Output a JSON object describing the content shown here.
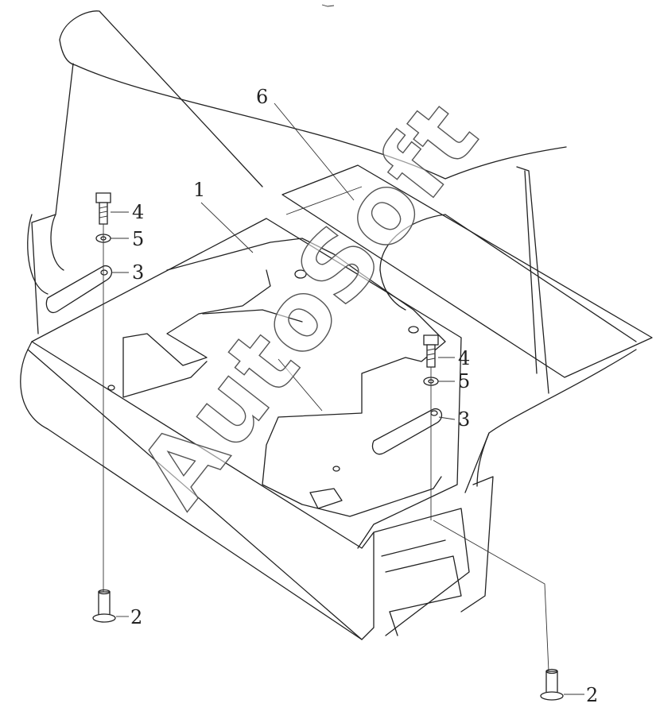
{
  "callouts": {
    "c1": "1",
    "c2a": "2",
    "c2b": "2",
    "c3a": "3",
    "c3b": "3",
    "c4a": "4",
    "c4b": "4",
    "c5a": "5",
    "c5b": "5",
    "c6": "6"
  },
  "watermark": "AutoSoft"
}
